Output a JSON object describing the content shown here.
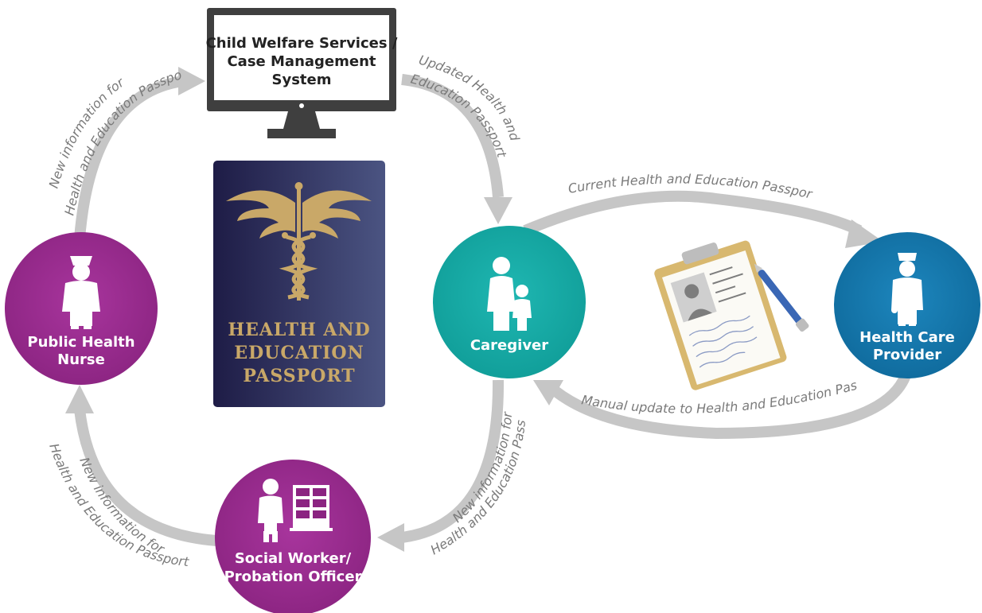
{
  "colors": {
    "purple": "#9a2a8f",
    "teal": "#16aba6",
    "blue": "#1478ad",
    "arrow": "#c6c6c6",
    "monitor": "#3f3f3f",
    "passport_dark": "#1e1c46",
    "passport_light": "#4b5482",
    "gold": "#c9a868"
  },
  "system": {
    "line1": "Child Welfare Services /",
    "line2": "Case Management",
    "line3": "System",
    "icon": "computer-monitor-icon"
  },
  "passport": {
    "line1": "HEALTH AND",
    "line2": "EDUCATION",
    "line3": "PASSPORT",
    "icon": "caduceus-icon"
  },
  "nodes": {
    "nurse": {
      "line1": "Public Health",
      "line2": "Nurse",
      "icon": "nurse-icon"
    },
    "caregiver": {
      "line1": "Caregiver",
      "icon": "parent-and-child-icon"
    },
    "provider": {
      "line1": "Health Care",
      "line2": "Provider",
      "icon": "doctor-icon"
    },
    "social_worker": {
      "line1": "Social Worker/",
      "line2": "Probation Officer",
      "icon": "worker-with-files-icon"
    }
  },
  "flows": {
    "nurse_to_system": {
      "line1": "New information for",
      "line2": "Health and Education Passport"
    },
    "system_to_caregiver": {
      "line1": "Updated Health and",
      "line2": "Education Passport"
    },
    "caregiver_to_provider": {
      "line1": "Current Health and Education Passport"
    },
    "provider_to_caregiver": {
      "line1": "Manual update to Health and Education Passport"
    },
    "caregiver_to_worker": {
      "line1": "New information for",
      "line2": "Health and Education Passport"
    },
    "worker_to_nurse": {
      "line1": "New information for",
      "line2": "Health and Education Passport"
    }
  },
  "clipboard": {
    "icon": "clipboard-with-pen-icon"
  }
}
